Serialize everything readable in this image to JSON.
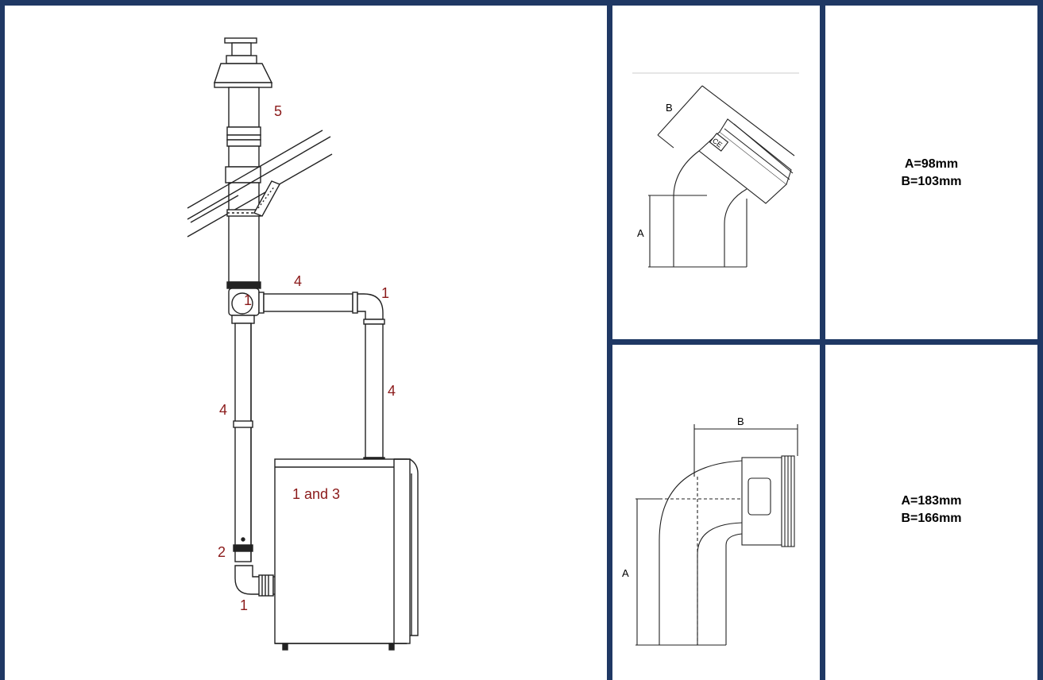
{
  "colors": {
    "border": "#1f3864",
    "callout": "#8b1a1a",
    "line": "#222222"
  },
  "diagram": {
    "callouts": {
      "c5": "5",
      "c4_horizontal": "4",
      "c1_left_elbow": "1",
      "c1_right_elbow": "1",
      "c4_left_vertical": "4",
      "c4_right_vertical": "4",
      "c1_and_3": "1 and 3",
      "c2": "2",
      "c1_bottom": "1"
    }
  },
  "elbow_45": {
    "dim_a_letter": "A",
    "dim_b_letter": "B",
    "ce_mark": "CE",
    "spec_a": "A=98mm",
    "spec_b": "B=103mm"
  },
  "elbow_90": {
    "dim_a_letter": "A",
    "dim_b_letter": "B",
    "spec_a": "A=183mm",
    "spec_b": "B=166mm"
  }
}
